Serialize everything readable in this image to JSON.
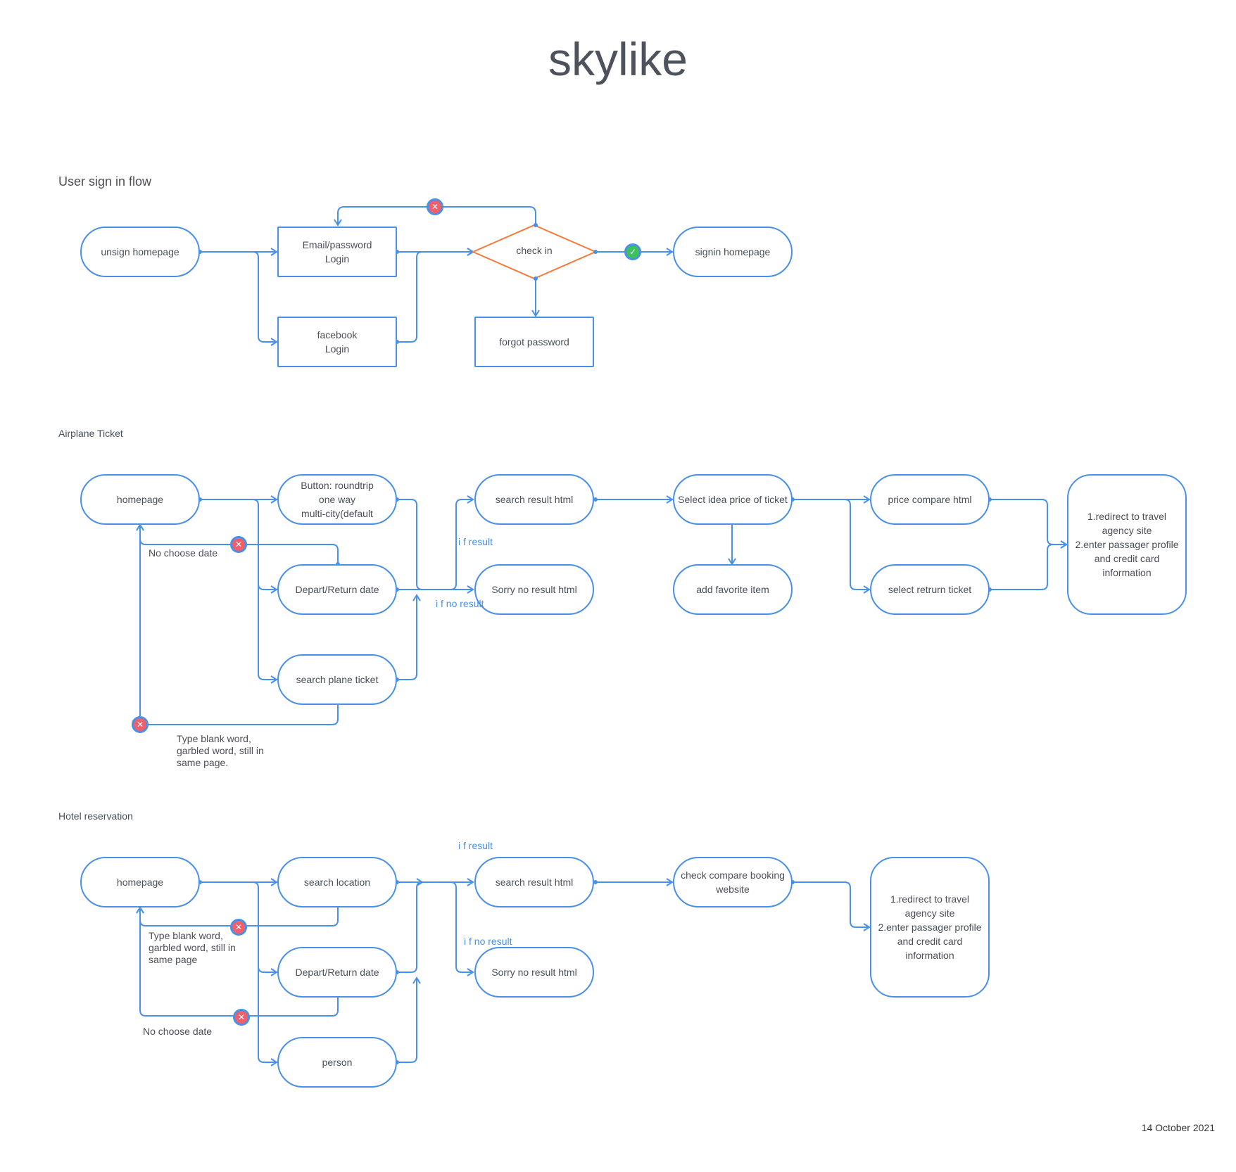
{
  "title": "skylike",
  "date": "14 October 2021",
  "sections": {
    "signin": "User sign in flow",
    "airplane": "Airplane Ticket",
    "hotel": "Hotel reservation"
  },
  "signin": {
    "unsign_homepage": "unsign homepage",
    "email_login": "Email/password\nLogin",
    "facebook_login": "facebook\nLogin",
    "check_in": "check in",
    "signin_homepage": "signin homepage",
    "forgot_password": "forgot password"
  },
  "airplane": {
    "homepage": "homepage",
    "trip_type": "Button: roundtrip\none way\nmulti-city(default",
    "depart_return": "Depart/Return date",
    "search_plane": "search plane ticket",
    "search_result": "search result html",
    "no_result": "Sorry no result html",
    "select_price": "Select idea price of ticket",
    "add_favorite": "add favorite item",
    "price_compare": "price compare html",
    "select_return": "select retrurn ticket",
    "redirect": "1.redirect to travel\nagency site\n2.enter passager profile\nand credit card\ninformation",
    "if_result": "i f result",
    "if_no_result": "i f no result",
    "no_choose_date": "No choose date",
    "type_blank": "Type blank word,\ngarbled word, still in\nsame page."
  },
  "hotel": {
    "homepage": "homepage",
    "search_location": "search location",
    "depart_return": "Depart/Return date",
    "person": "person",
    "search_result": "search result html",
    "no_result": "Sorry no result html",
    "check_compare": "check compare booking\nwebsite",
    "redirect": "1.redirect to travel\nagency site\n2.enter passager profile\nand credit card\ninformation",
    "if_result": "i f result",
    "if_no_result": "i f no result",
    "type_blank": "Type blank word,\ngarbled word, still in\nsame page",
    "no_choose_date": "No choose date"
  },
  "badges": {
    "error_icon": "x-icon",
    "success_icon": "check-icon"
  },
  "colors": {
    "line": "#4a90e8",
    "diamond": "#f5793a",
    "error": "#f15f6a",
    "success": "#3bc25b",
    "text": "#4a4f57"
  }
}
